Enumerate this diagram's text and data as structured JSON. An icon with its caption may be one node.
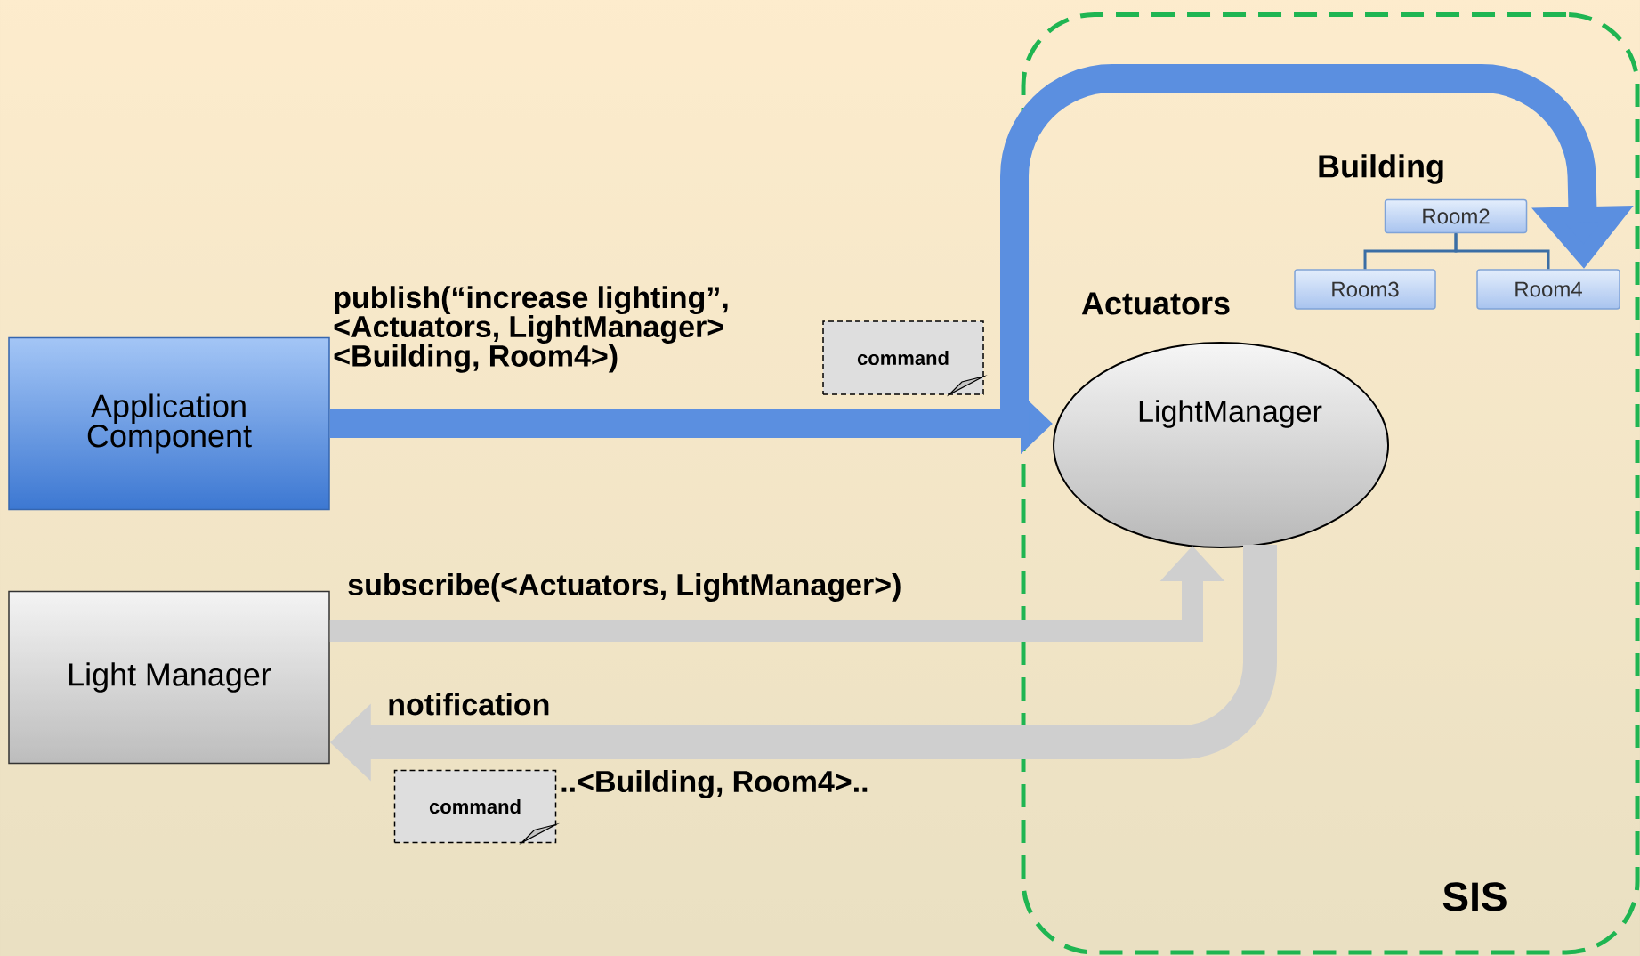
{
  "diagram": {
    "nodes": [
      {
        "text": [
          "SIS"
        ]
      },
      {
        "text": [
          "Application Component"
        ]
      },
      {
        "text": [
          "Light Manager"
        ]
      },
      {
        "text": [
          "Actuators",
          "LightManager"
        ],
        "in": 0
      },
      {
        "text": [
          "Room2"
        ],
        "in": 0
      },
      {
        "text": [
          "Room3"
        ],
        "in": 0
      },
      {
        "text": [
          "Room4"
        ],
        "in": 0
      },
      {
        "text": [
          "command"
        ]
      },
      {
        "text": [
          "command"
        ]
      }
    ],
    "edges": [
      {
        "from": 1,
        "to": 3,
        "arrow": "to",
        "color": "#5b8fe0",
        "label": "publish(“increase lighting”, <Actuators, LightManager> <Building, Room4>)"
      },
      {
        "from": 1,
        "to": 6,
        "arrow": "to",
        "color": "#5b8fe0"
      },
      {
        "from": 2,
        "to": 3,
        "arrow": "to",
        "color": "#cfcfcf",
        "label": "subscribe(<Actuators, LightManager>)"
      },
      {
        "from": 3,
        "to": 2,
        "arrow": "to",
        "color": "#cfcfcf",
        "label": "notification"
      },
      {
        "from": 4,
        "to": 5,
        "arrow": "none"
      },
      {
        "from": 4,
        "to": 6,
        "arrow": "none"
      }
    ],
    "labels": [
      "Building",
      "..<Building, Room4>.."
    ]
  }
}
